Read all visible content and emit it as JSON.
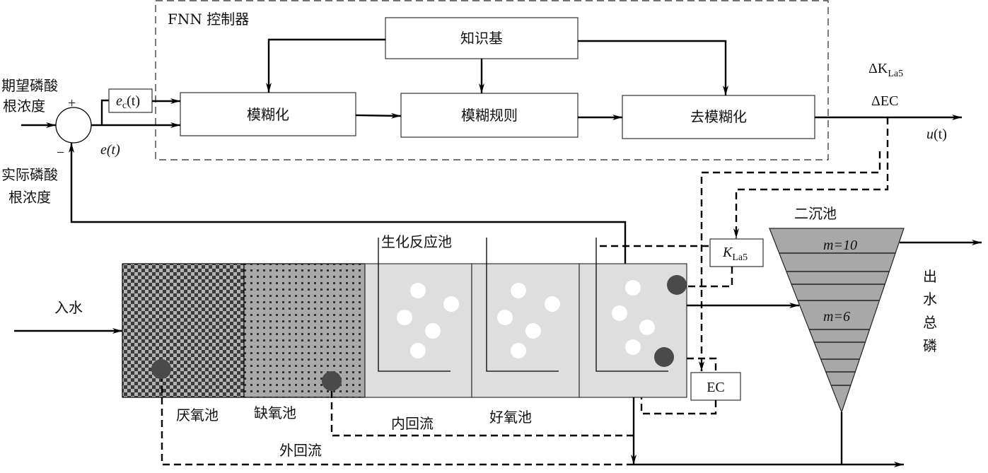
{
  "controller": {
    "title": "FNN 控制器",
    "knowledge_base": "知识基",
    "fuzzification": "模糊化",
    "fuzzy_rules": "模糊规则",
    "defuzzification": "去模糊化"
  },
  "inputs": {
    "desired_line1": "期望磷酸",
    "desired_line2": "根浓度",
    "actual_line1": "实际磷酸",
    "actual_line2": "根浓度",
    "plus_sign": "+",
    "minus_sign": "−",
    "error_label": "e(t)",
    "error_change_label": "e",
    "error_change_sub": "c",
    "error_change_arg": "(t)"
  },
  "outputs": {
    "delta_k": "ΔK",
    "delta_k_sub": "La5",
    "delta_ec": "ΔEC",
    "u_label": "u",
    "u_arg": "(t)"
  },
  "actuators": {
    "kla_label": "K",
    "kla_sub": "La5",
    "ec_label": "EC"
  },
  "plant": {
    "reactor_title": "生化反应池",
    "influent": "入水",
    "anaerobic": "厌氧池",
    "anoxic": "缺氧池",
    "internal_recycle": "内回流",
    "aerobic": "好氧池",
    "external_recycle": "外回流",
    "clarifier": "二沉池",
    "layer_top": "m=10",
    "layer_feed": "m=6",
    "effluent_chars": [
      "出",
      "水",
      "总",
      "磷"
    ]
  },
  "colors": {
    "anaerobic_dark": "#3c3c3c",
    "anaerobic_light": "#b4b4b4",
    "anoxic_bg": "#a9a9a9",
    "aerobic_bg": "#dedede",
    "clarifier_fill": "#a8a8a8",
    "sensor": "#4a4a4a"
  }
}
